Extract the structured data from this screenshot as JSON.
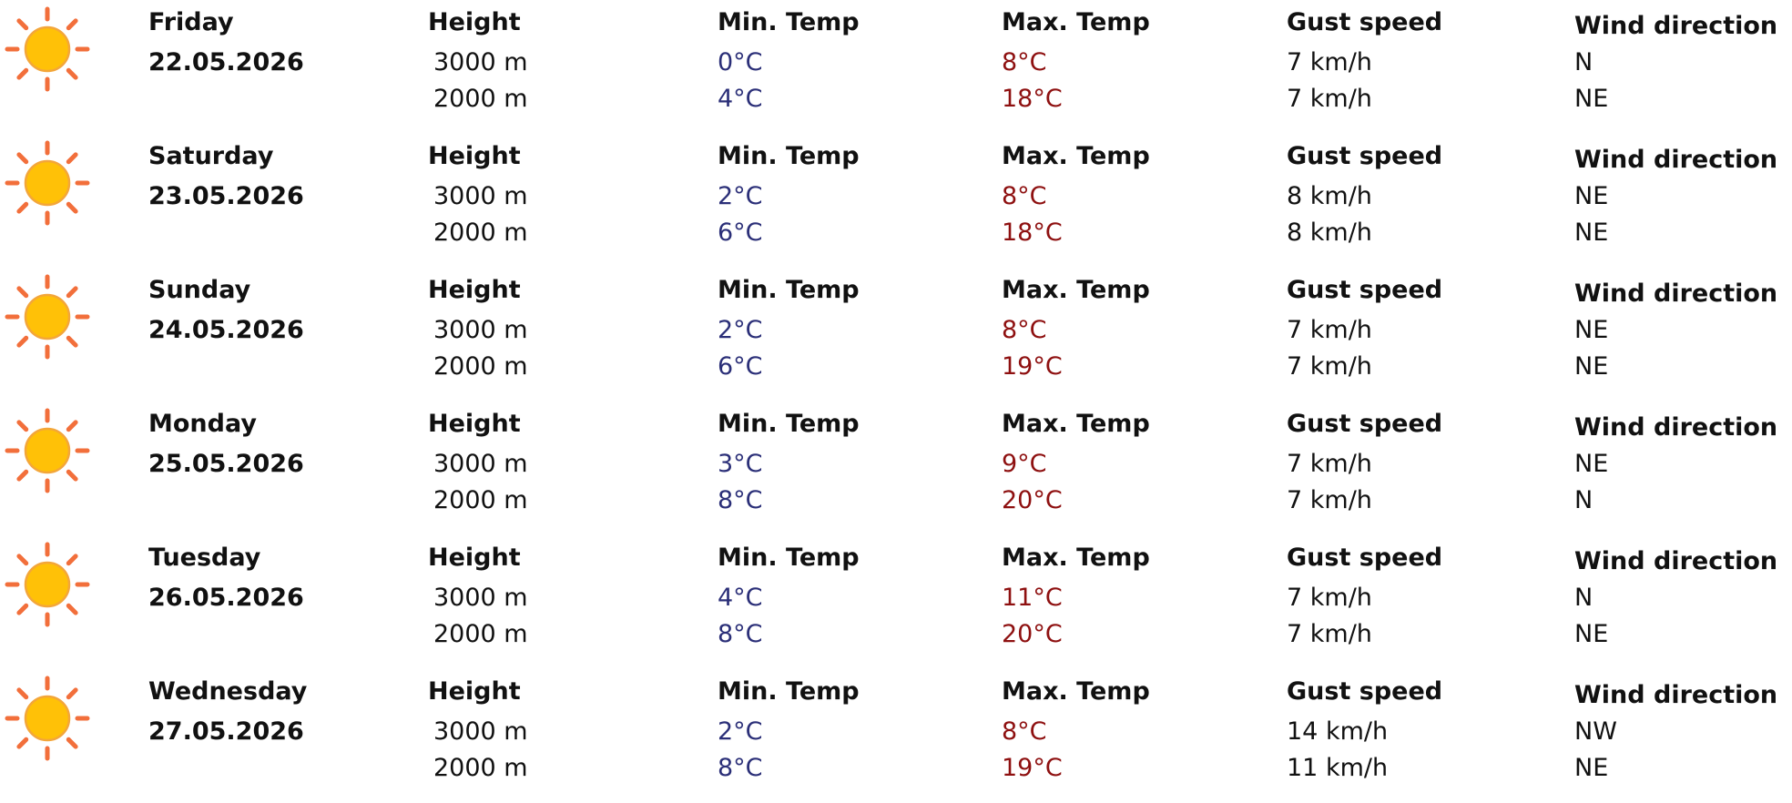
{
  "headers": {
    "height": "Height",
    "min_temp": "Min. Temp",
    "max_temp": "Max. Temp",
    "gust_speed": "Gust speed",
    "wind_direction": "Wind direction"
  },
  "icon": "sun-icon",
  "colors": {
    "min_temp": "#2b2f78",
    "max_temp": "#8e1010",
    "sun_fill": "#ffc107",
    "sun_outline": "#f3a63a",
    "sun_rays": "#f26f3b"
  },
  "days": [
    {
      "weekday": "Friday",
      "date": "22.05.2026",
      "levels": [
        {
          "height": "3000 m",
          "min": "0°C",
          "max": "8°C",
          "gust": "7 km/h",
          "wind": "N"
        },
        {
          "height": "2000 m",
          "min": "4°C",
          "max": "18°C",
          "gust": "7 km/h",
          "wind": "NE"
        }
      ]
    },
    {
      "weekday": "Saturday",
      "date": "23.05.2026",
      "levels": [
        {
          "height": "3000 m",
          "min": "2°C",
          "max": "8°C",
          "gust": "8 km/h",
          "wind": "NE"
        },
        {
          "height": "2000 m",
          "min": "6°C",
          "max": "18°C",
          "gust": "8 km/h",
          "wind": "NE"
        }
      ]
    },
    {
      "weekday": "Sunday",
      "date": "24.05.2026",
      "levels": [
        {
          "height": "3000 m",
          "min": "2°C",
          "max": "8°C",
          "gust": "7 km/h",
          "wind": "NE"
        },
        {
          "height": "2000 m",
          "min": "6°C",
          "max": "19°C",
          "gust": "7 km/h",
          "wind": "NE"
        }
      ]
    },
    {
      "weekday": "Monday",
      "date": "25.05.2026",
      "levels": [
        {
          "height": "3000 m",
          "min": "3°C",
          "max": "9°C",
          "gust": "7 km/h",
          "wind": "NE"
        },
        {
          "height": "2000 m",
          "min": "8°C",
          "max": "20°C",
          "gust": "7 km/h",
          "wind": "N"
        }
      ]
    },
    {
      "weekday": "Tuesday",
      "date": "26.05.2026",
      "levels": [
        {
          "height": "3000 m",
          "min": "4°C",
          "max": "11°C",
          "gust": "7 km/h",
          "wind": "N"
        },
        {
          "height": "2000 m",
          "min": "8°C",
          "max": "20°C",
          "gust": "7 km/h",
          "wind": "NE"
        }
      ]
    },
    {
      "weekday": "Wednesday",
      "date": "27.05.2026",
      "levels": [
        {
          "height": "3000 m",
          "min": "2°C",
          "max": "8°C",
          "gust": "14 km/h",
          "wind": "NW"
        },
        {
          "height": "2000 m",
          "min": "8°C",
          "max": "19°C",
          "gust": "11 km/h",
          "wind": "NE"
        }
      ]
    }
  ]
}
